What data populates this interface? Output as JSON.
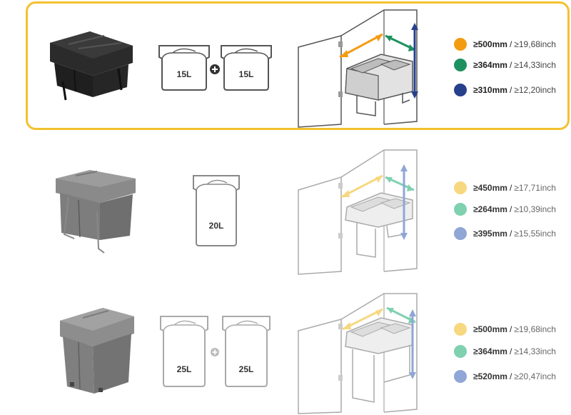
{
  "rows": [
    {
      "highlighted": true,
      "bins": [
        {
          "label": "15L"
        },
        {
          "label": "15L"
        }
      ],
      "specs": [
        {
          "mm": "≥500mm",
          "inch": "≥19,68inch",
          "color": "#f39c12"
        },
        {
          "mm": "≥364mm",
          "inch": "≥14,33inch",
          "color": "#1e9160"
        },
        {
          "mm": "≥310mm",
          "inch": "≥12,20inch",
          "color": "#27408b"
        }
      ]
    },
    {
      "highlighted": false,
      "bins": [
        {
          "label": "20L"
        }
      ],
      "specs": [
        {
          "mm": "≥450mm",
          "inch": "≥17,71inch",
          "color": "#f7d77f"
        },
        {
          "mm": "≥264mm",
          "inch": "≥10,39inch",
          "color": "#7fd1b0"
        },
        {
          "mm": "≥395mm",
          "inch": "≥15,55inch",
          "color": "#8fa6d6"
        }
      ]
    },
    {
      "highlighted": false,
      "bins": [
        {
          "label": "25L"
        },
        {
          "label": "25L"
        }
      ],
      "specs": [
        {
          "mm": "≥500mm",
          "inch": "≥19,68inch",
          "color": "#f7d77f"
        },
        {
          "mm": "≥364mm",
          "inch": "≥14,33inch",
          "color": "#7fd1b0"
        },
        {
          "mm": "≥520mm",
          "inch": "≥20,47inch",
          "color": "#8fa6d6"
        }
      ]
    }
  ],
  "separator": "/",
  "icons": {
    "plus": "plus-icon",
    "bin": "bin-outline-icon",
    "cabinet": "cabinet-diagram-icon",
    "product": "pull-out-bin-product-image"
  }
}
